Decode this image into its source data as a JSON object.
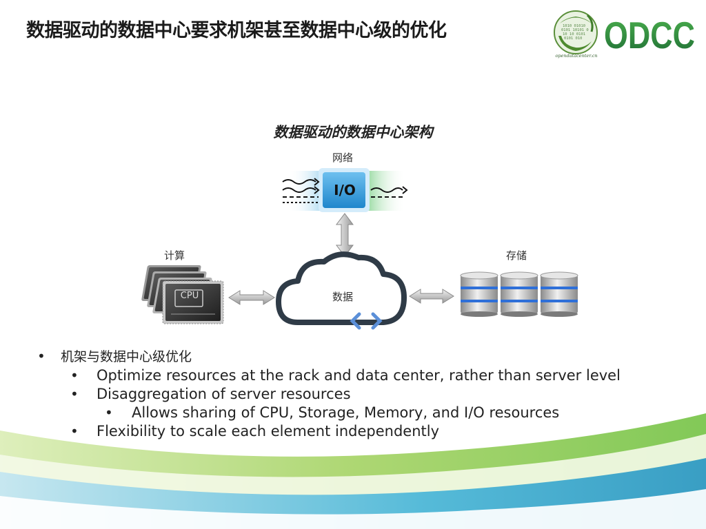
{
  "header": {
    "title": "数据驱动的数据中心要求机架甚至数据中心级的优化",
    "logo_url_text": "opendatacenter.cn",
    "brand": "ODCC"
  },
  "diagram": {
    "title": "数据驱动的数据中心架构",
    "network_label": "网络",
    "io_label": "I/O",
    "compute_label": "计算",
    "storage_label": "存储",
    "data_label": "数据",
    "cpu_label": "CPU"
  },
  "bullets": [
    {
      "level": 1,
      "text": "机架与数据中心级优化"
    },
    {
      "level": 2,
      "text": "Optimize resources at the rack and data center, rather than server level"
    },
    {
      "level": 2,
      "text": "Disaggregation of server resources"
    },
    {
      "level": 3,
      "text": "Allows sharing of CPU, Storage, Memory, and I/O resources"
    },
    {
      "level": 2,
      "text": "Flexibility to scale each element independently"
    }
  ],
  "colors": {
    "odcc_green": "#2e8a3a",
    "io_blue": "#2f8fd0",
    "disk_blue": "#2e6fd8",
    "wave_green": "#8cc63f",
    "wave_blue": "#1aa0c8"
  }
}
